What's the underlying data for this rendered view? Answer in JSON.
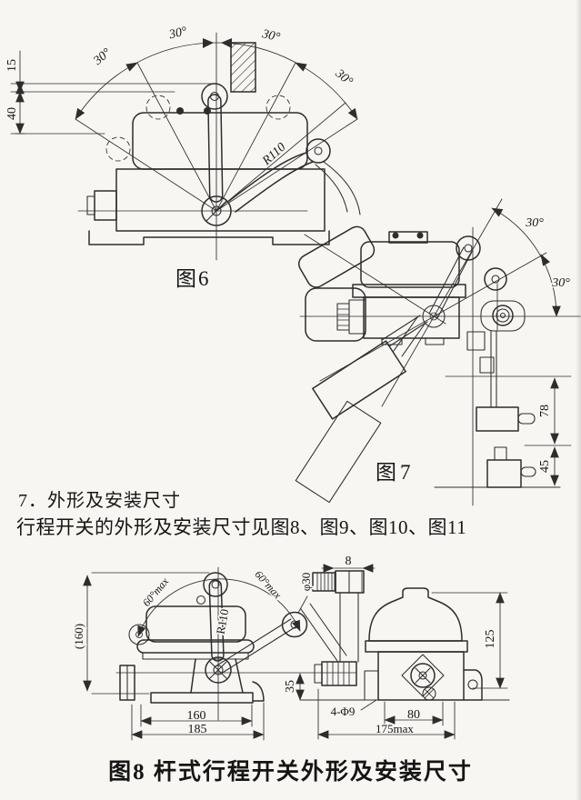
{
  "page": {
    "background": "#f7f6f3",
    "ink": "#2d2d2d"
  },
  "figure6": {
    "caption": "图6",
    "dims": {
      "d15": "15",
      "d40": "40"
    },
    "angles": {
      "a1": "30°",
      "a2": "30°",
      "a3": "30°",
      "a4": "30°"
    },
    "radius_label": "R110"
  },
  "figure7": {
    "caption": "图7",
    "angles": {
      "upper": "30°",
      "lower": "30°"
    },
    "dims": {
      "d78": "78",
      "d45": "45"
    }
  },
  "section": {
    "heading": "7．外形及安装尺寸",
    "body": "行程开关的外形及安装尺寸见图8、图9、图10、图11"
  },
  "figure8": {
    "caption": "图8 杆式行程开关外形及安装尺寸",
    "angles": {
      "left": "60°max",
      "right": "60°max"
    },
    "radius_label": "R110",
    "roller_dia": "φ30",
    "dims": {
      "height_ref": "(160)",
      "d8": "8",
      "d35": "35",
      "d125": "125",
      "d160": "160",
      "d185": "185",
      "d80": "80",
      "d175": "175max",
      "holes": "4-Φ9"
    }
  }
}
